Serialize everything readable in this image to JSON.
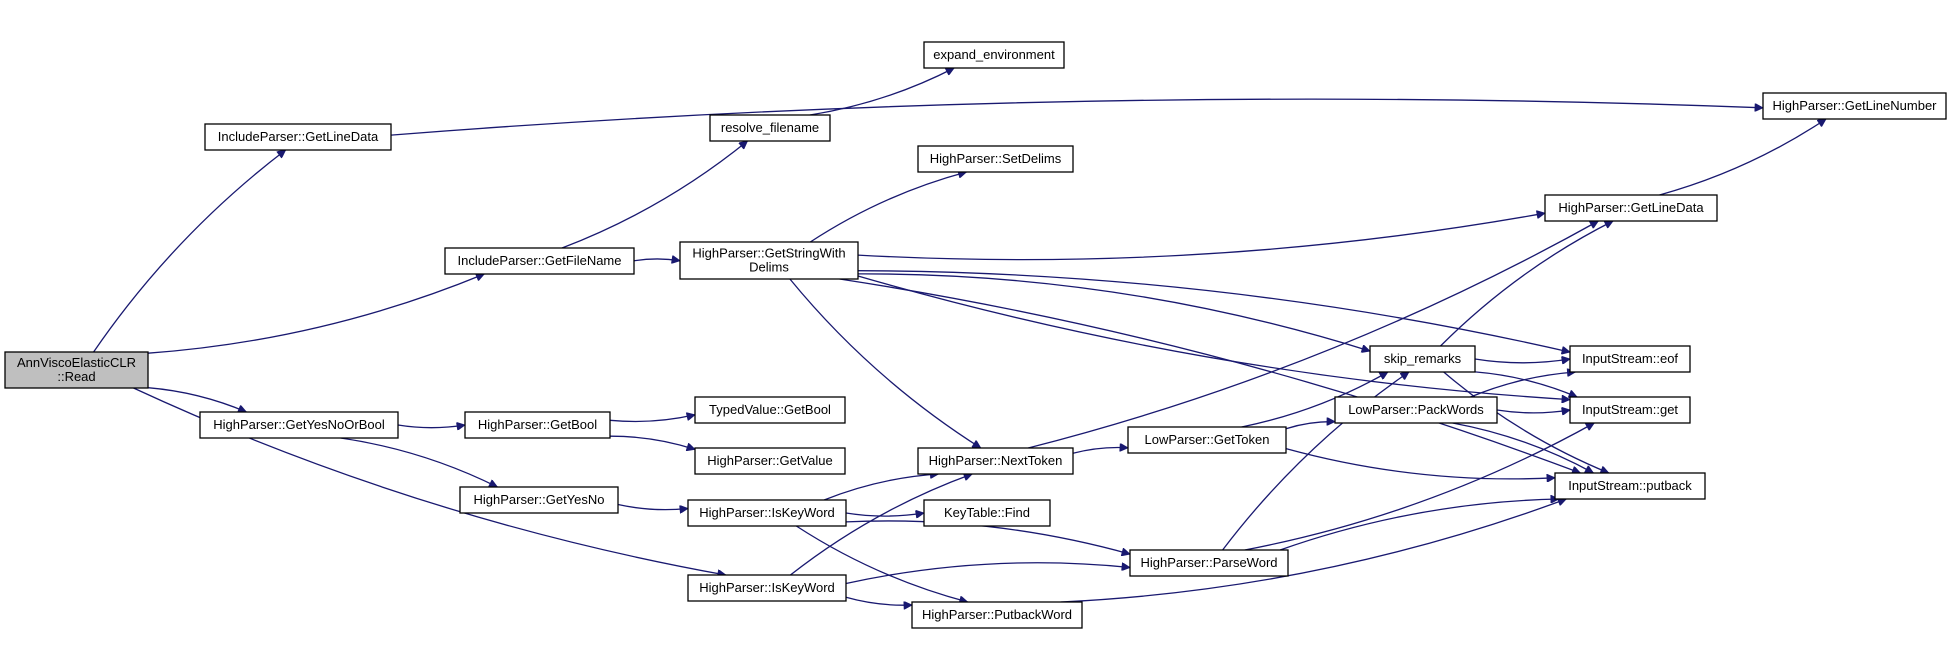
{
  "edge_color": "#191970",
  "root_fill": "#bfbfbf",
  "nodes": [
    {
      "id": "root",
      "lines": [
        "AnnViscoElasticCLR",
        "::Read"
      ],
      "root": true
    },
    {
      "id": "ip_gld",
      "lines": [
        "IncludeParser::GetLineData"
      ]
    },
    {
      "id": "ip_gfn",
      "lines": [
        "IncludeParser::GetFileName"
      ]
    },
    {
      "id": "hp_yesnoorbool",
      "lines": [
        "HighParser::GetYesNoOrBool"
      ]
    },
    {
      "id": "hp_getbool",
      "lines": [
        "HighParser::GetBool"
      ]
    },
    {
      "id": "hp_getyesno",
      "lines": [
        "HighParser::GetYesNo"
      ]
    },
    {
      "id": "resolve",
      "lines": [
        "resolve_filename"
      ]
    },
    {
      "id": "expand",
      "lines": [
        "expand_environment"
      ]
    },
    {
      "id": "hp_setdelims",
      "lines": [
        "HighParser::SetDelims"
      ]
    },
    {
      "id": "hp_gsdelims",
      "lines": [
        "HighParser::GetStringWith",
        "Delims"
      ]
    },
    {
      "id": "tv_getbool",
      "lines": [
        "TypedValue::GetBool"
      ]
    },
    {
      "id": "hp_getvalue",
      "lines": [
        "HighParser::GetValue"
      ]
    },
    {
      "id": "hp_nexttoken",
      "lines": [
        "HighParser::NextToken"
      ]
    },
    {
      "id": "hp_iskw1",
      "lines": [
        "HighParser::IsKeyWord"
      ]
    },
    {
      "id": "hp_iskw2",
      "lines": [
        "HighParser::IsKeyWord"
      ]
    },
    {
      "id": "kt_find",
      "lines": [
        "KeyTable::Find"
      ]
    },
    {
      "id": "hp_putback",
      "lines": [
        "HighParser::PutbackWord"
      ]
    },
    {
      "id": "lp_gettoken",
      "lines": [
        "LowParser::GetToken"
      ]
    },
    {
      "id": "hp_parseword",
      "lines": [
        "HighParser::ParseWord"
      ]
    },
    {
      "id": "skip",
      "lines": [
        "skip_remarks"
      ]
    },
    {
      "id": "lp_pack",
      "lines": [
        "LowParser::PackWords"
      ]
    },
    {
      "id": "hp_gld",
      "lines": [
        "HighParser::GetLineData"
      ]
    },
    {
      "id": "hp_gln",
      "lines": [
        "HighParser::GetLineNumber"
      ]
    },
    {
      "id": "is_eof",
      "lines": [
        "InputStream::eof"
      ]
    },
    {
      "id": "is_get",
      "lines": [
        "InputStream::get"
      ]
    },
    {
      "id": "is_putback",
      "lines": [
        "InputStream::putback"
      ]
    }
  ],
  "edges": [
    [
      "root",
      "ip_gld"
    ],
    [
      "root",
      "ip_gfn"
    ],
    [
      "root",
      "hp_yesnoorbool"
    ],
    [
      "root",
      "hp_iskw2"
    ],
    [
      "ip_gld",
      "hp_gln"
    ],
    [
      "ip_gfn",
      "resolve"
    ],
    [
      "ip_gfn",
      "hp_gsdelims"
    ],
    [
      "resolve",
      "expand"
    ],
    [
      "hp_gsdelims",
      "hp_setdelims"
    ],
    [
      "hp_gsdelims",
      "hp_gld"
    ],
    [
      "hp_gsdelims",
      "is_eof"
    ],
    [
      "hp_gsdelims",
      "is_get"
    ],
    [
      "hp_gsdelims",
      "skip"
    ],
    [
      "hp_gsdelims",
      "hp_nexttoken"
    ],
    [
      "hp_gsdelims",
      "is_putback"
    ],
    [
      "hp_yesnoorbool",
      "hp_getbool"
    ],
    [
      "hp_yesnoorbool",
      "hp_getyesno"
    ],
    [
      "hp_getbool",
      "tv_getbool"
    ],
    [
      "hp_getbool",
      "hp_getvalue"
    ],
    [
      "hp_getyesno",
      "hp_iskw1"
    ],
    [
      "hp_iskw1",
      "hp_nexttoken"
    ],
    [
      "hp_iskw1",
      "kt_find"
    ],
    [
      "hp_iskw1",
      "hp_parseword"
    ],
    [
      "hp_iskw1",
      "hp_putback"
    ],
    [
      "hp_iskw2",
      "hp_nexttoken"
    ],
    [
      "hp_iskw2",
      "hp_putback"
    ],
    [
      "hp_iskw2",
      "hp_parseword"
    ],
    [
      "hp_nexttoken",
      "hp_gld"
    ],
    [
      "hp_nexttoken",
      "lp_gettoken"
    ],
    [
      "lp_gettoken",
      "skip"
    ],
    [
      "lp_gettoken",
      "lp_pack"
    ],
    [
      "lp_gettoken",
      "is_putback"
    ],
    [
      "hp_parseword",
      "skip"
    ],
    [
      "hp_parseword",
      "is_get"
    ],
    [
      "hp_parseword",
      "is_putback"
    ],
    [
      "hp_putback",
      "is_putback"
    ],
    [
      "skip",
      "hp_gld"
    ],
    [
      "skip",
      "is_eof"
    ],
    [
      "skip",
      "is_get"
    ],
    [
      "skip",
      "is_putback"
    ],
    [
      "lp_pack",
      "is_eof"
    ],
    [
      "lp_pack",
      "is_get"
    ],
    [
      "lp_pack",
      "is_putback"
    ],
    [
      "hp_gld",
      "hp_gln"
    ]
  ]
}
